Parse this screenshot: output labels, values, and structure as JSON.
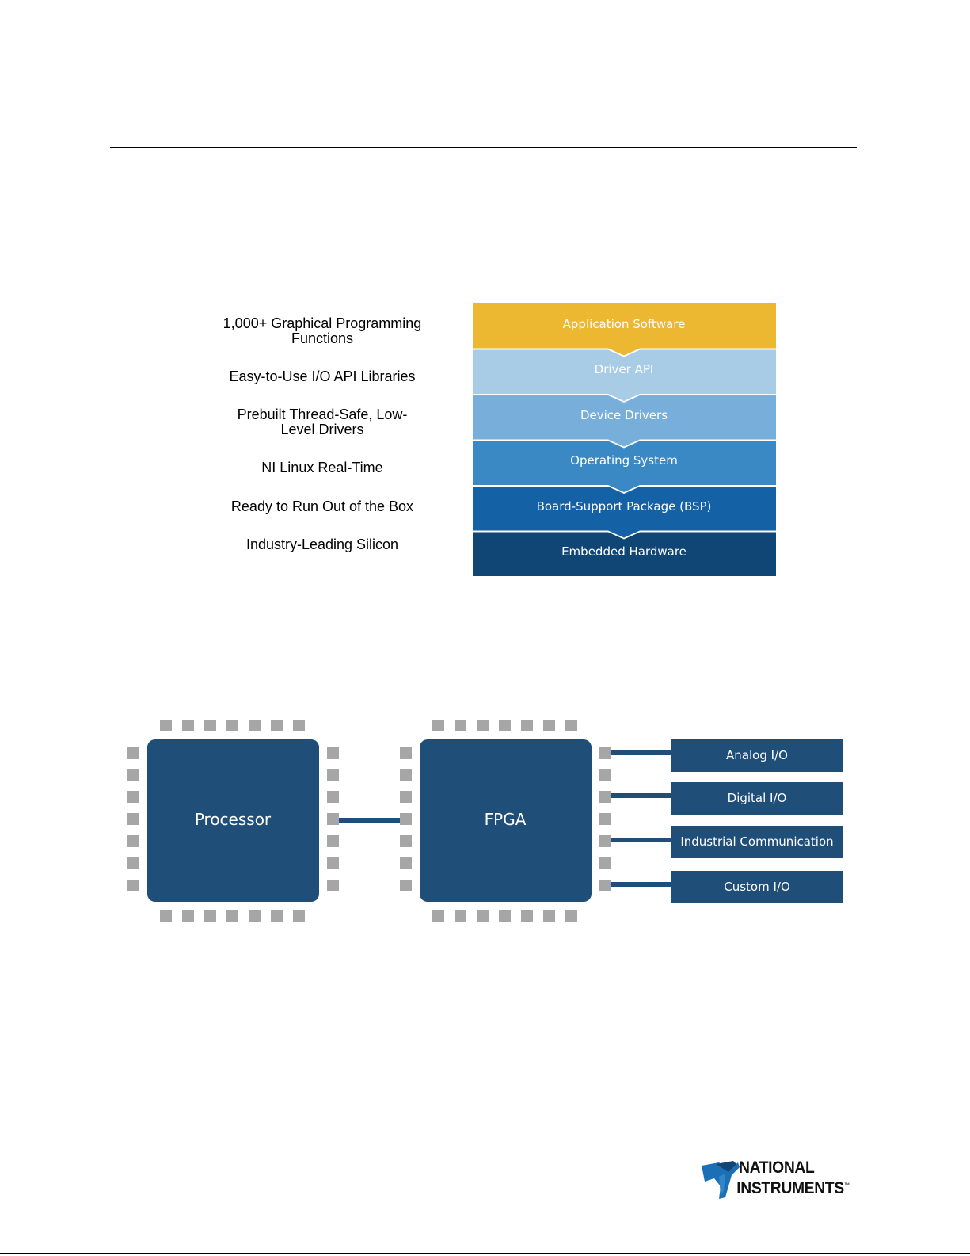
{
  "features": [
    "1,000+ Graphical Programming\nFunctions",
    "Easy-to-Use I/O API Libraries",
    "Prebuilt Thread-Safe, Low-\nLevel Drivers",
    "NI Linux Real-Time",
    "Ready to Run Out of the Box",
    "Industry-Leading Silicon"
  ],
  "stack_layers": [
    {
      "label": "Application Software",
      "color": "#ECB731"
    },
    {
      "label": "Driver API",
      "color": "#A9CCE6"
    },
    {
      "label": "Device Drivers",
      "color": "#78AFDA"
    },
    {
      "label": "Operating System",
      "color": "#3A88C4"
    },
    {
      "label": "Board-Support Package (BSP)",
      "color": "#1561A6"
    },
    {
      "label": "Embedded Hardware",
      "color": "#0F4676"
    }
  ],
  "architecture": {
    "processor_label": "Processor",
    "fpga_label": "FPGA",
    "io_blocks": [
      "Analog I/O",
      "Digital I/O",
      "Industrial Communication",
      "Custom I/O"
    ],
    "chip_color": "#1F4E79",
    "pin_color": "#A6A6A6"
  },
  "logo": {
    "line1": "NATIONAL",
    "line2": "INSTRUMENTS",
    "mark": "™"
  }
}
